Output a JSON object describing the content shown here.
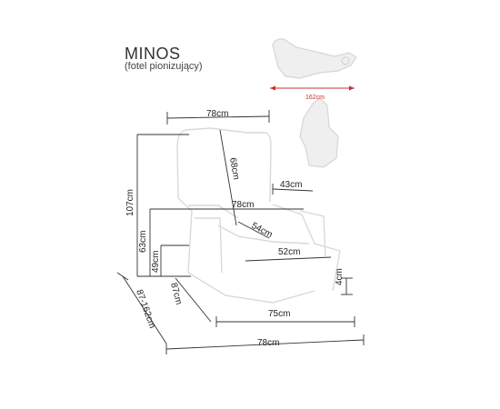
{
  "product": {
    "name": "MINOS",
    "subtitle": "(fotel pionizujący)"
  },
  "dimensions": {
    "recline_length": "162cm",
    "top_width": "78cm",
    "back_height": "68cm",
    "armrest_depth": "43cm",
    "arm_width": "78cm",
    "seat_depth_diag": "54cm",
    "seat_width": "52cm",
    "total_height": "107cm",
    "arm_height": "63cm",
    "seat_height": "49cm",
    "leg_height": "4cm",
    "side_depth": "87cm",
    "depth_range": "87-162cm",
    "base_width": "75cm",
    "total_width": "78cm"
  },
  "colors": {
    "line": "#333333",
    "accent": "#c4302b",
    "sketch": "#d9d9d9"
  }
}
